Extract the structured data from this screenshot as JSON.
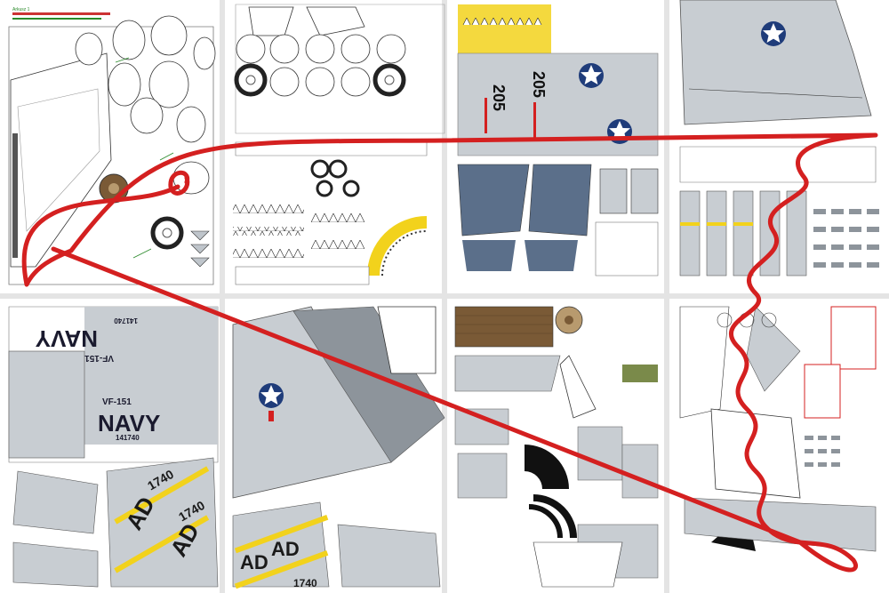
{
  "sheets": {
    "sheet_1": {
      "header": "Arkusz 1"
    },
    "sheet_3": {
      "modex": "205"
    },
    "sheet_5": {
      "navy_top": "NAVY",
      "navy_bottom": "NAVY",
      "squadron_top": "VF-151",
      "squadron_bottom": "VF-151",
      "bureau_top": "141740",
      "bureau_bottom": "141740",
      "tail_code_left": "AD",
      "tail_code_right": "AD",
      "tail_number_left": "1740",
      "tail_number_right": "1740"
    },
    "sheet_6": {
      "tail_code_left": "AD",
      "tail_code_right": "AD",
      "tail_number": "1740"
    }
  },
  "colors": {
    "paper": "#ffffff",
    "panel_grey": "#c8cdd2",
    "dark_grey": "#8d949b",
    "blue_grey": "#5b6f8a",
    "yellow": "#f2d21c",
    "brown": "#7a5a36",
    "red_path": "#d42020",
    "insignia_blue": "#1f3c7a"
  },
  "icons": [
    "star-insignia-icon",
    "wheel-icon",
    "sharkmouth-decal",
    "red-path-annotation"
  ]
}
